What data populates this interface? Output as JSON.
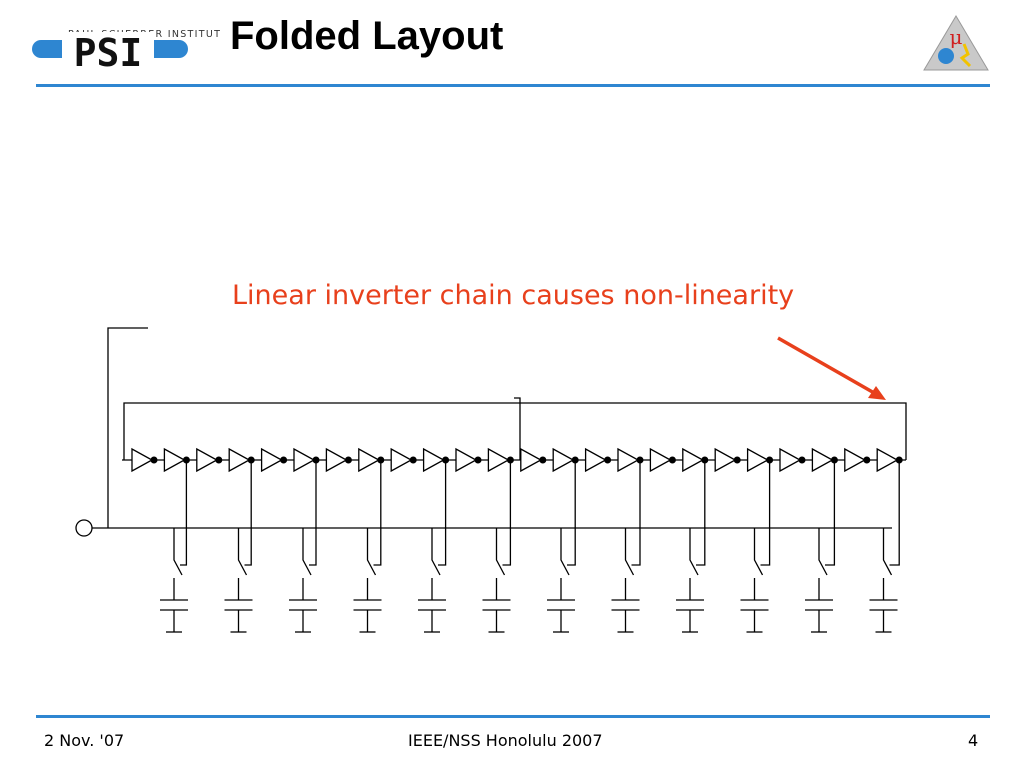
{
  "logo": {
    "caption": "PAUL SCHERRER INSTITUT",
    "letters": "PSI"
  },
  "title": "Folded Layout",
  "corner_logo": {
    "icon": "mu-e-gamma-triangle-icon",
    "glyph": "μ"
  },
  "annotation": "Linear inverter chain causes non-linearity",
  "circuit": {
    "inverter_count": 24,
    "capacitor_count": 12,
    "accent_color": "#e8401c",
    "rule_color": "#2e86d1"
  },
  "footer": {
    "date": "2 Nov. '07",
    "conference": "IEEE/NSS Honolulu 2007",
    "page_number": "4"
  }
}
